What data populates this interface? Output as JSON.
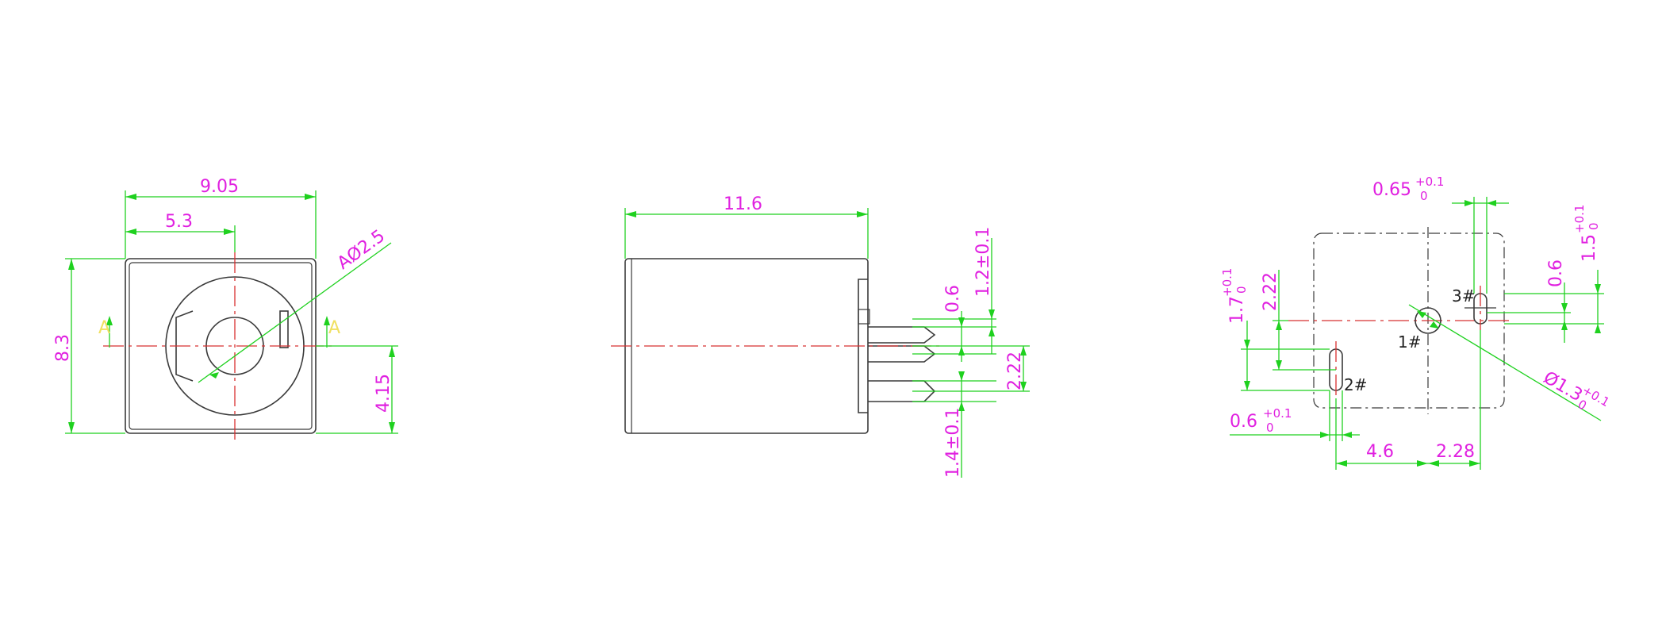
{
  "front_view": {
    "width": "9.05",
    "offset_width": "5.3",
    "height": "8.3",
    "center_height": "4.15",
    "hole": "AØ2.5",
    "section_left": "A",
    "section_right": "A"
  },
  "side_view": {
    "length": "11.6",
    "pin_width": "0.6",
    "pin_offset": "1.2±0.1",
    "pin_pitch": "2.22",
    "pin_tol": "1.4±0.1"
  },
  "pin_view": {
    "slot_width_top": {
      "base": "0.65",
      "upper": "+0.1",
      "lower": "0"
    },
    "slot_height_right": {
      "base": "1.5",
      "upper": "+0.1",
      "lower": "0"
    },
    "pin_offset_right": "0.6",
    "slot_height_left": {
      "base": "1.7",
      "upper": "+0.1",
      "lower": "0"
    },
    "pitch_left": "2.22",
    "slot_width_bottom": {
      "base": "0.6",
      "upper": "+0.1",
      "lower": "0"
    },
    "dist_left": "4.6",
    "dist_right": "2.28",
    "hole_dia": {
      "base": "Ø1.3",
      "upper": "+0.1",
      "lower": "0"
    },
    "pin1": "1#",
    "pin2": "2#",
    "pin3": "3#"
  },
  "colors": {
    "outline": "#3a3a3a",
    "dimension_line": "#1fd11f",
    "dimension_text": "#e020e0",
    "center_line": "#d83030",
    "section_mark": "#f0e060"
  }
}
